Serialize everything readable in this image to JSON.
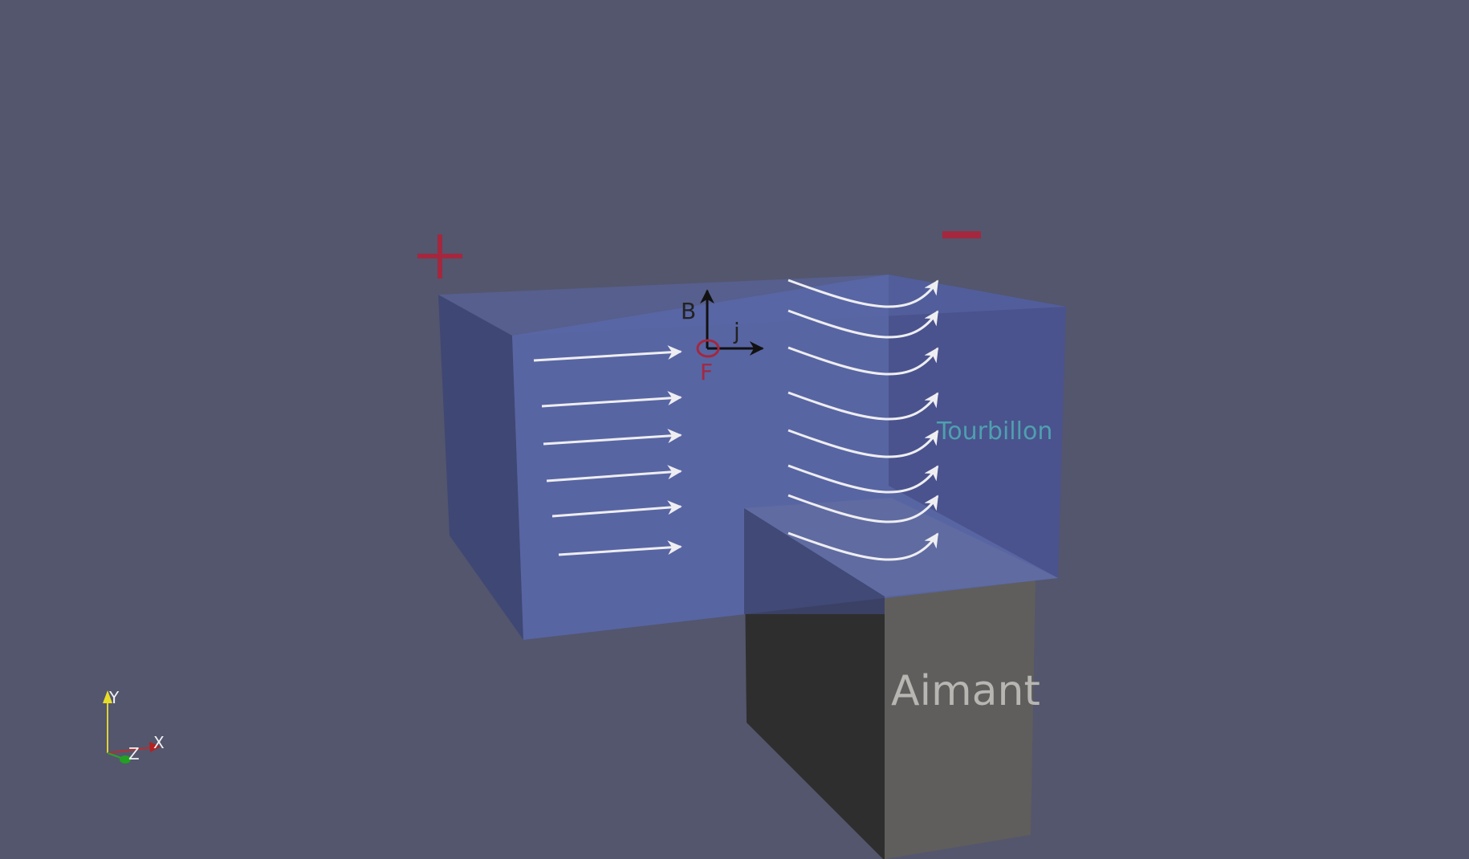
{
  "scene": {
    "plus_sign": "+",
    "minus_sign": "−",
    "vectors": {
      "b_label": "B",
      "j_label": "j",
      "f_label": "F"
    },
    "vortex_label": "Tourbillon",
    "magnet_label": "Aimant"
  },
  "axes_triad": {
    "y_label": "Y",
    "x_label": "X",
    "z_label": "Z"
  },
  "colors": {
    "background": "#53566d",
    "fluid_block": "#5866a6",
    "magnet_dark": "#2e2e2e",
    "magnet_light": "#5f5e5c",
    "electrode_red": "#a3283f",
    "vortex_text": "#4f9fb0",
    "flow_arrows": "#eeeef2"
  }
}
